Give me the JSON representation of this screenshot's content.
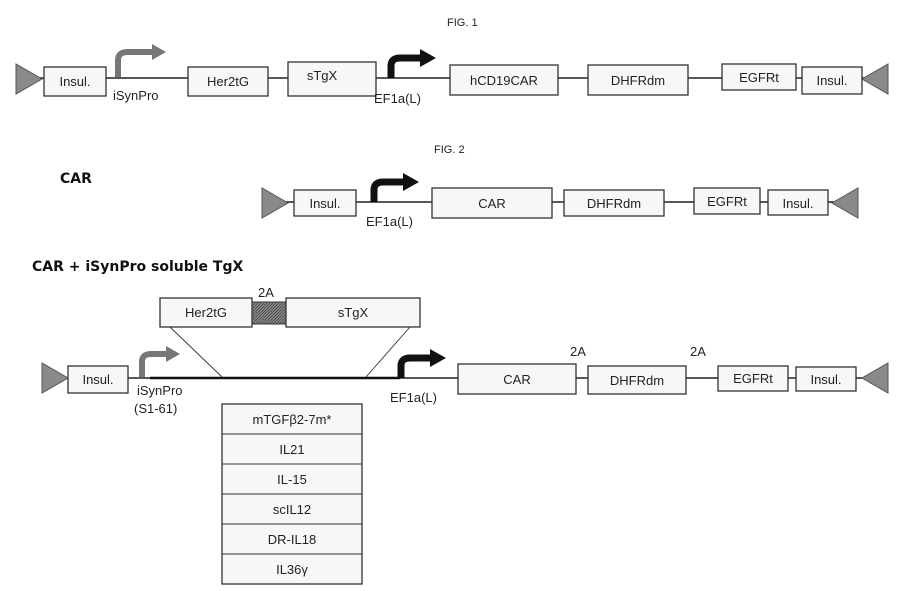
{
  "fig1": {
    "title": "FIG. 1",
    "promoter_label": "iSynPro",
    "strong_promoter_label": "EF1a(L)",
    "boxes": [
      "Insul.",
      "Her2tG",
      "sTgX",
      "hCD19CAR",
      "DHFRdm",
      "EGFRt",
      "Insul."
    ]
  },
  "fig2": {
    "title": "FIG. 2",
    "car_heading": "CAR",
    "car_construct": {
      "promoter_label": "EF1a(L)",
      "boxes": [
        "Insul.",
        "CAR",
        "DHFRdm",
        "EGFRt",
        "Insul."
      ]
    },
    "isyn_heading": "CAR + iSynPro soluble TgX",
    "insert": {
      "boxes": [
        "Her2tG",
        "sTgX"
      ],
      "linker_label": "2A"
    },
    "main_construct": {
      "promoter_label": "iSynPro",
      "promoter_sub": "(S1-61)",
      "strong_promoter_label": "EF1a(L)",
      "boxes": [
        "Insul.",
        "CAR",
        "DHFRdm",
        "EGFRt",
        "Insul."
      ],
      "linker_labels": [
        "2A",
        "2A"
      ]
    },
    "payload_list": [
      "mTGFβ2-7m*",
      "IL21",
      "IL-15",
      "scIL12",
      "DR-IL18",
      "IL36γ"
    ]
  }
}
